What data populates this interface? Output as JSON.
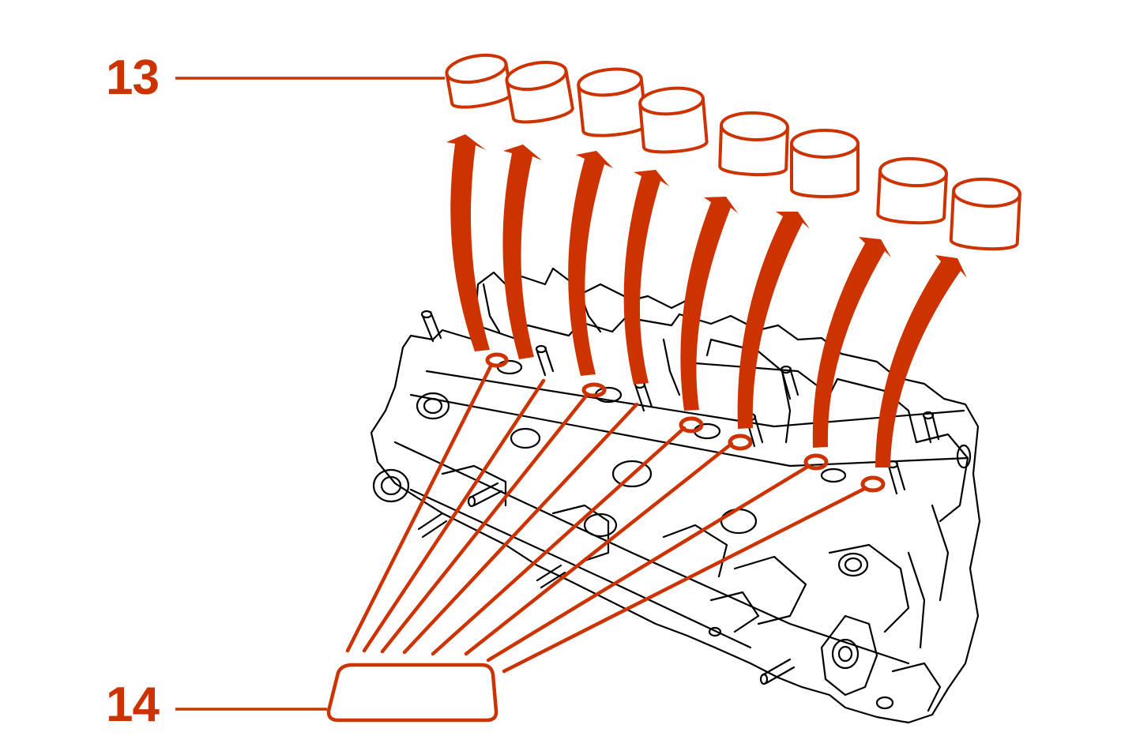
{
  "colors": {
    "accent": "#cc3300",
    "line_art": "#000000",
    "background": "#ffffff"
  },
  "callouts": [
    {
      "id": "13",
      "label": "13",
      "target": "valve-tappets"
    },
    {
      "id": "14",
      "label": "14",
      "target": "tappet-shims"
    }
  ],
  "tappets": {
    "count": 8
  },
  "shims": {
    "count": 8
  }
}
